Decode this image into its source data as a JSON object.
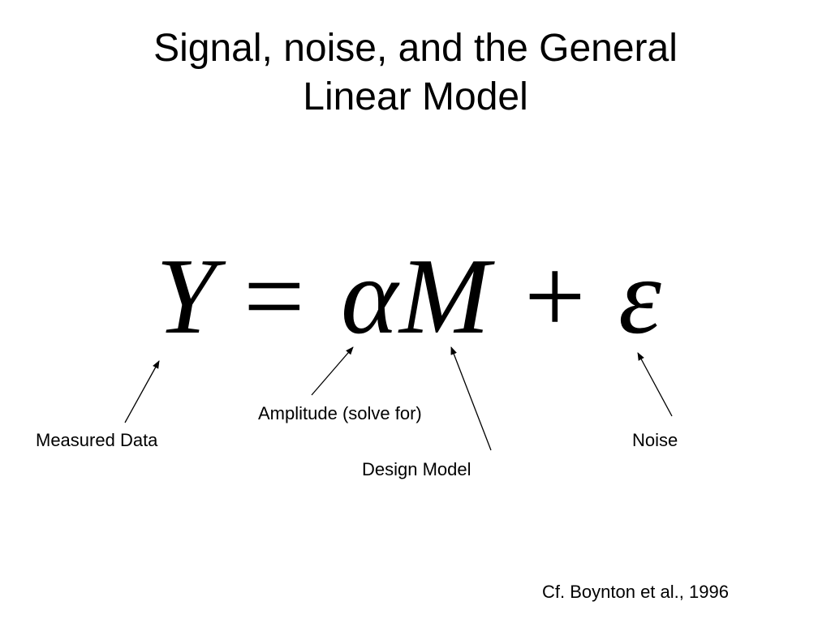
{
  "slide": {
    "title_line1": "Signal, noise, and the General",
    "title_line2": "Linear Model",
    "equation": {
      "y": "Y",
      "equals": "=",
      "alpha": "α",
      "m": "M",
      "plus": "+",
      "epsilon": "ε"
    },
    "labels": {
      "amplitude": "Amplitude (solve for)",
      "measured": "Measured Data",
      "noise": "Noise",
      "design": "Design Model"
    },
    "citation": "Cf. Boynton et al., 1996"
  }
}
